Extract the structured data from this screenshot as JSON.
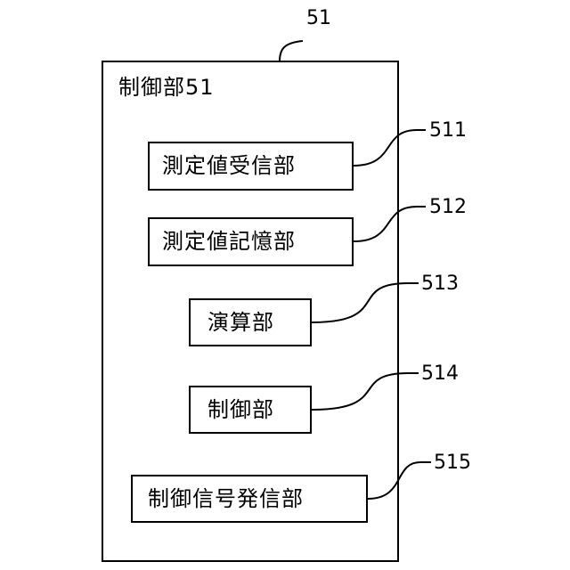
{
  "diagram": {
    "ref_main": "51",
    "title": "制御部51",
    "blocks": [
      {
        "label": "測定値受信部",
        "ref": "511"
      },
      {
        "label": "測定値記憶部",
        "ref": "512"
      },
      {
        "label": "演算部",
        "ref": "513"
      },
      {
        "label": "制御部",
        "ref": "514"
      },
      {
        "label": "制御信号発信部",
        "ref": "515"
      }
    ]
  }
}
